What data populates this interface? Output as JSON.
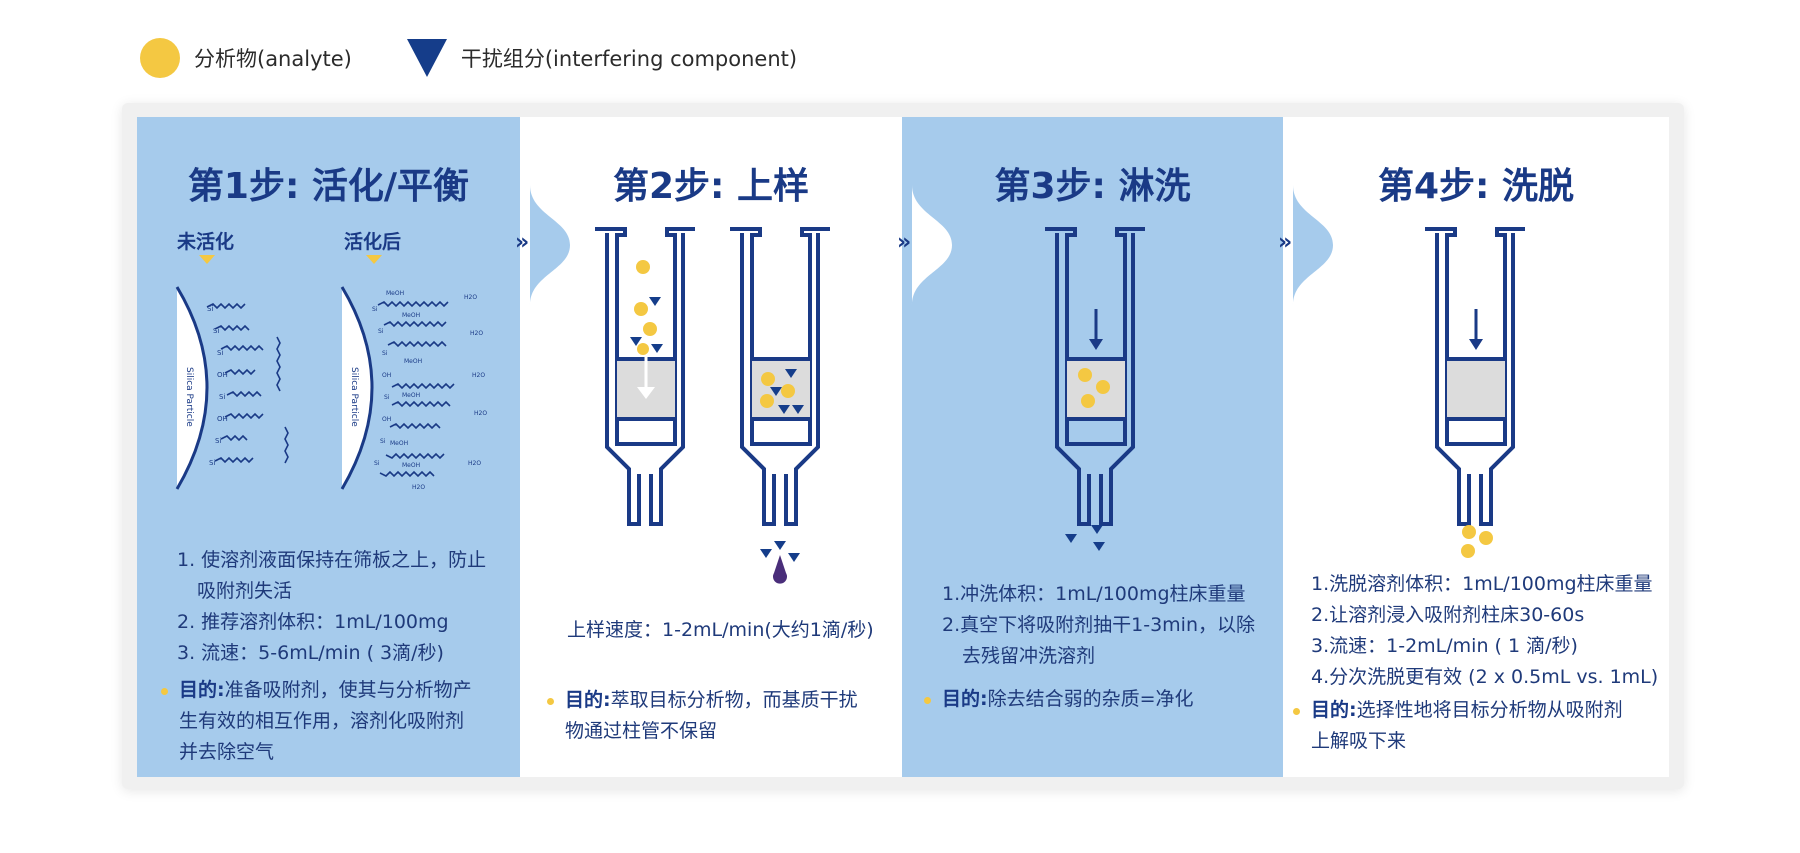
{
  "legend": {
    "analyte": "分析物(analyte)",
    "interfering": "干扰组分(interfering component)"
  },
  "colors": {
    "analyte": "#f4c842",
    "interfering": "#153d8a",
    "panel_blue": "#a6cbec",
    "text": "#1a3a86"
  },
  "steps": [
    {
      "title": "第1步: 活化/平衡",
      "sub_before": "未活化",
      "sub_after": "活化后",
      "particle_label": "Silica Particle",
      "lines": [
        "1. 使溶剂液面保持在筛板之上，防止",
        "吸附剂失活",
        "2. 推荐溶剂体积：1mL/100mg",
        "3. 流速：5-6mL/min ( 3滴/秒)"
      ],
      "goal_label": "目的:",
      "goal_text_1": "准备吸附剂，使其与分析物产",
      "goal_text_2": "生有效的相互作用，溶剂化吸附剂",
      "goal_text_3": "并去除空气"
    },
    {
      "title": "第2步: 上样",
      "lines": [
        "上样速度：1-2mL/min(大约1滴/秒)"
      ],
      "goal_label": "目的:",
      "goal_text_1": "萃取目标分析物，而基质干扰",
      "goal_text_2": "物通过柱管不保留"
    },
    {
      "title": "第3步: 淋洗",
      "lines": [
        "1.冲洗体积：1mL/100mg柱床重量",
        "2.真空下将吸附剂抽干1-3min，以除",
        "去残留冲洗溶剂"
      ],
      "goal_label": "目的:",
      "goal_text_1": "除去结合弱的杂质=净化"
    },
    {
      "title": "第4步: 洗脱",
      "lines": [
        "1.洗脱溶剂体积：1mL/100mg柱床重量",
        "2.让溶剂浸入吸附剂柱床30-60s",
        "3.流速：1-2mL/min ( 1 滴/秒)",
        "4.分次洗脱更有效 (2 x 0.5mL vs. 1mL)"
      ],
      "goal_label": "目的:",
      "goal_text_1": "选择性地将目标分析物从吸附剂",
      "goal_text_2": "上解吸下来"
    }
  ],
  "chevron_glyph": "»"
}
